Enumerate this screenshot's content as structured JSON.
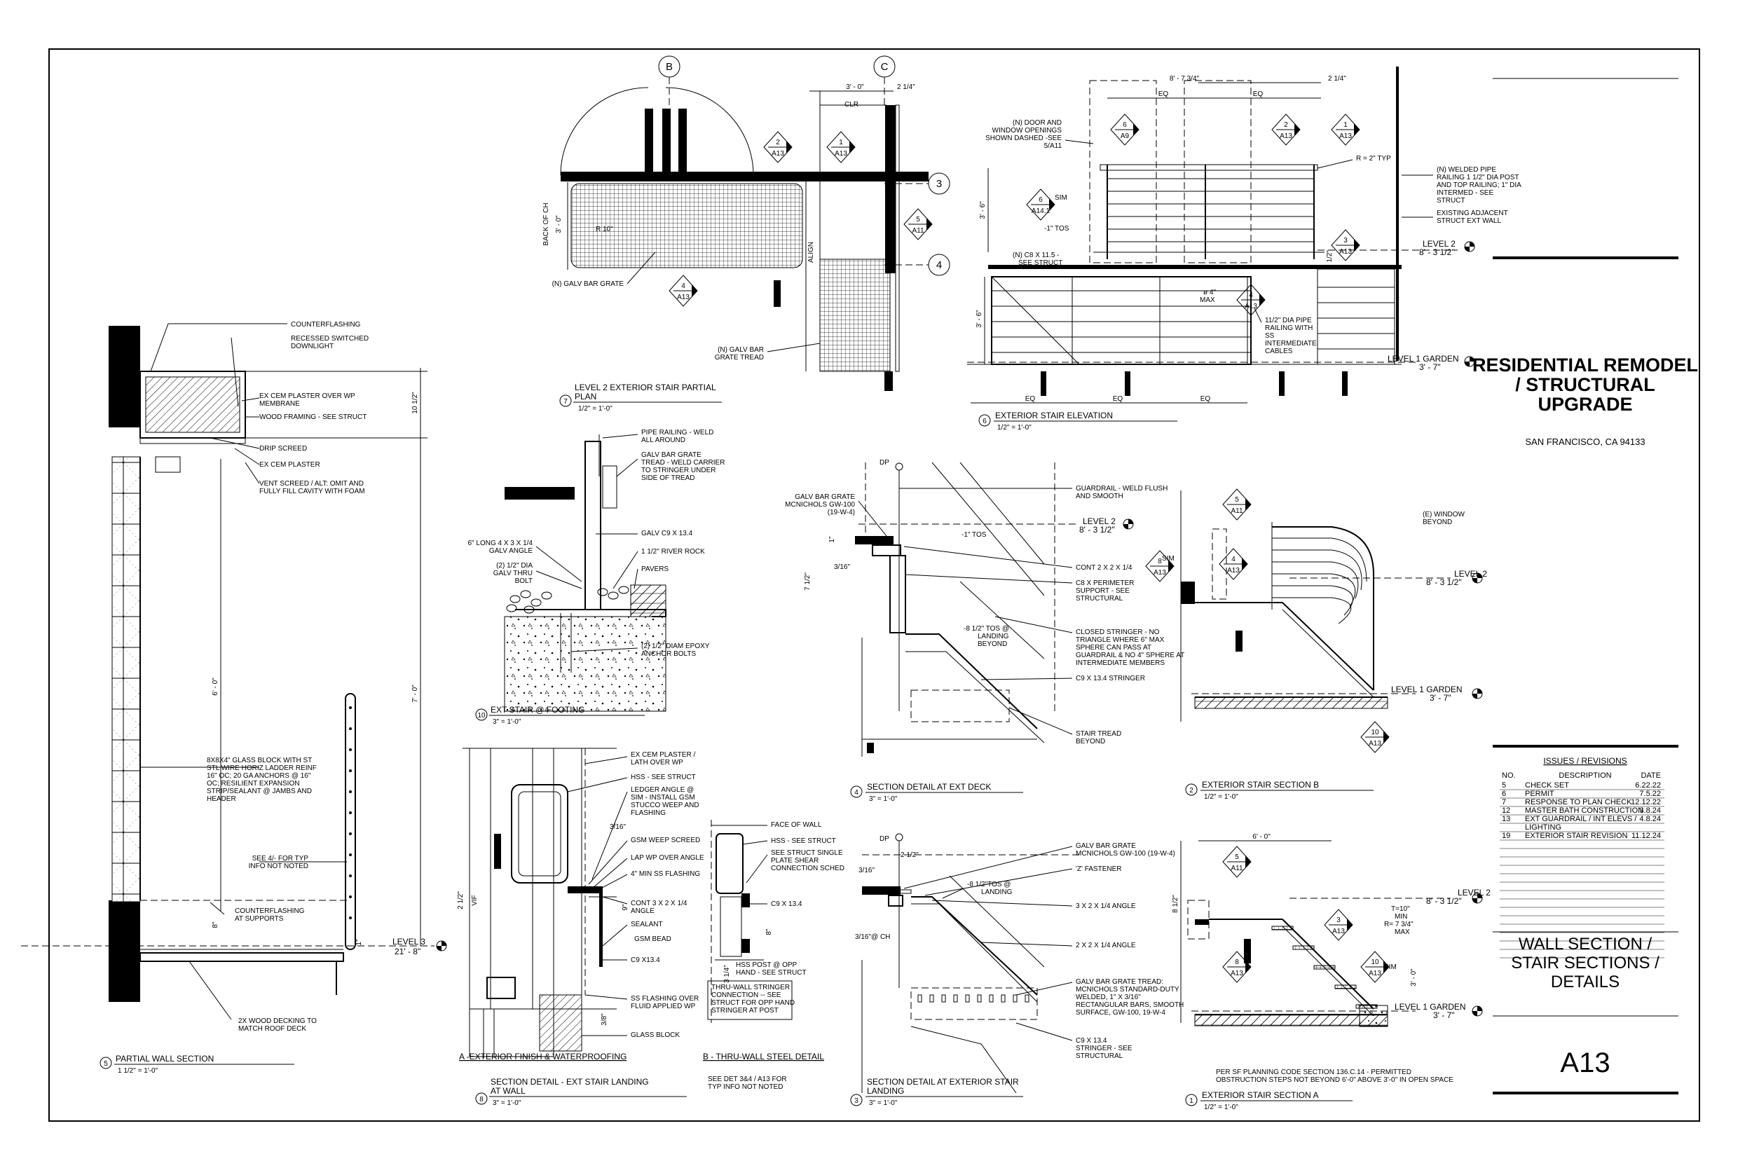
{
  "project": {
    "title_line1": "RESIDENTIAL REMODEL",
    "title_line2": "/ STRUCTURAL",
    "title_line3": "UPGRADE",
    "location": "SAN FRANCISCO, CA  94133"
  },
  "revisions": {
    "heading": "ISSUES / REVISIONS",
    "col_no": "NO.",
    "col_desc": "DESCRIPTION",
    "col_date": "DATE",
    "rows": [
      {
        "no": "5",
        "desc": "CHECK SET",
        "date": "6.22.22"
      },
      {
        "no": "6",
        "desc": "PERMIT",
        "date": "7.5.22"
      },
      {
        "no": "7",
        "desc": "RESPONSE TO PLAN CHECK",
        "date": "12.12.22"
      },
      {
        "no": "12",
        "desc": "MASTER BATH CONSTRUCTION",
        "date": "3.8.24"
      },
      {
        "no": "13",
        "desc": "EXT GUARDRAIL / INT ELEVS /",
        "date": "4.8.24"
      },
      {
        "no": "",
        "desc": "LIGHTING",
        "date": ""
      },
      {
        "no": "19",
        "desc": "EXTERIOR STAIR REVISION",
        "date": "11.12.24"
      }
    ]
  },
  "sheet": {
    "title1": "WALL SECTION /",
    "title2": "STAIR SECTIONS /",
    "title3": "DETAILS",
    "number": "A13"
  },
  "grids": {
    "b": "B",
    "c": "C",
    "g3": "3",
    "g4": "4"
  },
  "details": {
    "d5": {
      "num": "5",
      "title": "PARTIAL WALL SECTION",
      "scale": "1 1/2\" = 1'-0\""
    },
    "d7": {
      "num": "7",
      "title1": "LEVEL 2 EXTERIOR STAIR PARTIAL",
      "title2": "PLAN",
      "scale": "1/2\" = 1'-0\""
    },
    "d6": {
      "num": "6",
      "title": "EXTERIOR STAIR ELEVATION",
      "scale": "1/2\" = 1'-0\""
    },
    "d10": {
      "num": "10",
      "title": "EXT STAIR @ FOOTING",
      "scale": "3\" = 1'-0\""
    },
    "d4": {
      "num": "4",
      "title": "SECTION DETAIL AT EXT DECK",
      "scale": "3\" = 1'-0\""
    },
    "d2": {
      "num": "2",
      "title": "EXTERIOR STAIR SECTION B",
      "scale": "1/2\" = 1'-0\""
    },
    "d8": {
      "num": "8",
      "title1": "SECTION DETAIL - EXT STAIR LANDING",
      "title2": "AT WALL",
      "scale": "3\" = 1'-0\""
    },
    "d3": {
      "num": "3",
      "title1": "SECTION DETAIL AT EXTERIOR STAIR",
      "title2": "LANDING",
      "scale": "3\" = 1'-0\""
    },
    "d1": {
      "num": "1",
      "title": "EXTERIOR STAIR SECTION A",
      "scale": "1/2\" = 1'-0\""
    },
    "subA": "A -EXTERIOR FINISH & WATERPROOFING",
    "subB": "B - THRU-WALL STEEL DETAIL",
    "see34_1": "SEE DET 3&4 / A13 FOR",
    "see34_2": "TYP INFO NOT NOTED"
  },
  "levels": {
    "l3": "LEVEL 3",
    "l3el": "21' - 8\"",
    "l2": "LEVEL 2",
    "l2el": "8' - 3 1/2\"",
    "l1": "LEVEL 1 GARDEN",
    "l1el": "3' - 7\""
  },
  "notes": {
    "ws_counterflashing": "COUNTERFLASHING",
    "ws_recessed1": "RECESSED SWITCHED",
    "ws_recessed2": "DOWNLIGHT",
    "ws_excem1": "EX CEM PLASTER OVER WP",
    "ws_excem2": "MEMBRANE",
    "ws_wood": "WOOD FRAMING - SEE STRUCT",
    "ws_drip": "DRIP SCREED",
    "ws_excem": "EX CEM PLASTER",
    "ws_vent1": "VENT SCREED / ALT: OMIT AND",
    "ws_vent2": "FULLY FILL CAVITY WITH FOAM",
    "ws_glass1": "8X8X4\" GLASS BLOCK WITH ST",
    "ws_glass2": "STL WIRE HORIZ LADDER REINF",
    "ws_glass3": "16\" OC; 20 GA  ANCHORS @ 16\"",
    "ws_glass4": "OC; RESILIENT EXPANSION",
    "ws_glass5": "STRIP/SEALANT @ JAMBS AND",
    "ws_glass6": "HEADER",
    "ws_see1": "SEE 4/- FOR TYP",
    "ws_see2": "INFO NOT NOTED",
    "ws_cf1": "COUNTERFLASHING",
    "ws_cf2": "AT SUPPORTS",
    "ws_deck1": "2X WOOD DECKING TO",
    "ws_deck2": "MATCH ROOF DECK",
    "ws_dim1": "10 1/2\"",
    "ws_dim2": "6' - 0\"",
    "ws_dim3": "7' - 0\"",
    "ws_dim4": "8\"",
    "ws_dim5": "1\"",
    "pl_grate": "(N) GALV BAR GRATE",
    "pl_tread1": "(N) GALV BAR",
    "pl_tread2": "GRATE TREAD",
    "pl_clr": "CLR",
    "pl_d30": "3' - 0\"",
    "pl_d214": "2 1/4\"",
    "pl_d30v": "3' - 0\"",
    "pl_r": "R 10\"",
    "pl_backch": "BACK OF CH",
    "pl_align": "ALIGN",
    "el_door1": "(N) DOOR AND",
    "el_door2": "WINDOW OPENINGS",
    "el_door3": "SHOWN DASHED -SEE",
    "el_door4": "5/A11",
    "el_sim": "SIM",
    "el_tos": "-1\"  TOS",
    "el_c8": "(N) C8 X 11.5 -",
    "el_see": "SEE STRUCT",
    "el_eq": "EQ",
    "el_dim87": "8' - 7 3/4\"",
    "el_d214": "2 1/4\"",
    "el_r2": "R = 2\" TYP",
    "el_pipe1": "(N) WELDED PIPE",
    "el_pipe2": "RAILING 1 1/2\" DIA POST",
    "el_pipe3": "AND TOP RAILING; 1\" DIA",
    "el_pipe4": "INTERMED - SEE",
    "el_pipe5": "STRUCT",
    "el_exist1": "EXISTING ADJACENT",
    "el_exist2": "STRUCT EXT WALL",
    "el_max1": "ø 4\"",
    "el_max2": "MAX",
    "el_rail1": "11/2\" DIA PIPE",
    "el_rail2": "RAILING WITH",
    "el_rail3": "SS",
    "el_rail4": "INTERMEDIATE",
    "el_rail5": "CABLES",
    "el_dim36": "3' - 6\"",
    "el_dim36b": "3' - 6\"",
    "el_dim712": "7 1/2\"",
    "ft_pipe1": "PIPE RAILING - WELD",
    "ft_pipe2": "ALL AROUND",
    "ft_galv1": "GALV BAR GRATE",
    "ft_galv2": "TREAD - WELD CARRIER",
    "ft_galv3": "TO STRINGER UNDER",
    "ft_galv4": "SIDE OF TREAD",
    "ft_c9": "GALV C9 X 13.4",
    "ft_angle1": "6\" LONG 4 X 3 X 1/4",
    "ft_angle2": "GALV ANGLE",
    "ft_rock": "1 1/2\" RIVER ROCK",
    "ft_bolt1": "(2) 1/2\" DIA",
    "ft_bolt2": "GALV THRU",
    "ft_bolt3": "BOLT",
    "ft_pavers": "PAVERS",
    "ft_epoxy1": "(2) 1/2\" DIAM EPOXY",
    "ft_epoxy2": "ANCHOR BOLTS",
    "d4_dp": "DP",
    "d4_grate1": "GALV BAR GRATE",
    "d4_grate2": "MCNICHOLS GW-100",
    "d4_grate3": "(19-W-4)",
    "d4_tos": "-1\" TOS",
    "d4_316": "3/16\"",
    "d4_dim712": "7 1/2\"",
    "d4_dim1": "1\"",
    "d4_guard1": "GUARDRAIL - WELD FLUSH",
    "d4_guard2": "AND SMOOTH",
    "d4_cont": "CONT 2 X 2 X 1/4",
    "d4_c81": "C8 X PERIMETER",
    "d4_c82": "SUPPORT - SEE",
    "d4_c83": "STRUCTURAL",
    "d4_tos81": "-8 1/2\" TOS @",
    "d4_tos82": "LANDING",
    "d4_tos83": "BEYOND",
    "d4_closed1": "CLOSED STRINGER - NO",
    "d4_closed2": "TRIANGLE WHERE 6\" MAX",
    "d4_closed3": "SPHERE CAN PASS AT",
    "d4_closed4": "GUARDRAIL & NO 4\" SPHERE AT",
    "d4_closed5": "INTERMEDIATE MEMBERS",
    "d4_c9": "C9 X 13.4 STRINGER",
    "d4_tread1": "STAIR TREAD",
    "d4_tread2": "BEYOND",
    "d2_window1": "(E) WINDOW",
    "d2_window2": "BEYOND",
    "d2_sim": "SIM",
    "d8_excem1": "EX CEM PLASTER /",
    "d8_excem2": "LATH OVER WP",
    "d8_hss": "HSS - SEE STRUCT",
    "d8_ledger1": "LEDGER ANGLE @",
    "d8_ledger2": "SIM - INSTALL GSM",
    "d8_ledger3": "STUCCO WEEP AND",
    "d8_ledger4": "FLASHING",
    "d8_316": "3/16\"",
    "d8_gsmweep": "GSM WEEP SCREED",
    "d8_lap": "LAP WP OVER ANGLE",
    "d8_4min": "4\" MIN SS FLASHING",
    "d8_cont1": "CONT 3 X 2 X 1/4",
    "d8_cont2": "ANGLE",
    "d8_sealant": "SEALANT",
    "d8_gsmbead": "GSM BEAD",
    "d8_c9": "C9 X13.4",
    "d8_ss1": "SS FLASHING OVER",
    "d8_ss2": "FLUID APPLIED WP",
    "d8_glass": "GLASS BLOCK",
    "d8_212": "2 1/2\"",
    "d8_vif": "VIF",
    "d8_9": "9\"",
    "d8_38": "3/8\"",
    "b_face": "FACE OF WALL",
    "b_hss": "HSS - SEE STRUCT",
    "b_see1": "SEE STRUCT SINGLE",
    "b_see2": "PLATE SHEAR",
    "b_see3": "CONNECTION SCHED",
    "b_c9": "C9 X 13.4",
    "b_post1": "HSS POST @ OPP",
    "b_post2": "HAND - SEE STRUCT",
    "b_314": "3 1/4\"",
    "b_8": "8\"",
    "b_thru1": "THRU-WALL STRINGER",
    "b_thru2": "CONNECTION -- SEE",
    "b_thru3": "STRUCT FOR OPP HAND",
    "b_thru4": "STRINGER AT POST",
    "d3_dp": "DP",
    "d3_212": "2 1/2\"",
    "d3_316": "3/16\"",
    "d3_316ch": "3/16\"@ CH",
    "d3_grate1": "GALV BAR GRATE",
    "d3_grate2": "MCNICHOLS GW-100 (19-W-4)",
    "d3_z": "'Z' FASTENER",
    "d3_tos1": "-8 1/2\"TOS @",
    "d3_tos2": "LANDING",
    "d3_332": "3 X 2 X 1/4 ANGLE",
    "d3_222": "2 X 2 X 1/4 ANGLE",
    "d3_tread1": "GALV BAR GRATE TREAD:",
    "d3_tread2": "MCNICHOLS STANDARD-DUTY",
    "d3_tread3": "WELDED, 1\" X 3/16\"",
    "d3_tread4": "RECTANGULAR BARS, SMOOTH",
    "d3_tread5": "SURFACE, GW-100, 19-W-4",
    "d3_c91": "C9 X 13.4",
    "d3_c92": "STRINGER - SEE",
    "d3_c93": "STRUCTURAL",
    "d1_60": "6' - 0\"",
    "d1_t1": "T=10\"",
    "d1_t2": "MIN",
    "d1_r1": "R= 7 3/4\"",
    "d1_r2": "MAX",
    "d1_sim": "SIM",
    "d1_812": "8 1/2\"",
    "d1_30": "3' - 0\"",
    "d1_per1": "PER SF PLANNING CODE SECTION 136.C.14 - PERMITTED",
    "d1_per2": "OBSTRUCTION STEPS NOT BEYOND 6'-0\" ABOVE 3'-0\" IN OPEN SPACE"
  },
  "tags": {
    "a13": "A13",
    "a11": "A11",
    "a9": "A9",
    "a141": "A14.1",
    "n1": "1",
    "n2": "2",
    "n3": "3",
    "n4": "4",
    "n5": "5",
    "n6": "6",
    "n8": "8",
    "n10": "10"
  }
}
